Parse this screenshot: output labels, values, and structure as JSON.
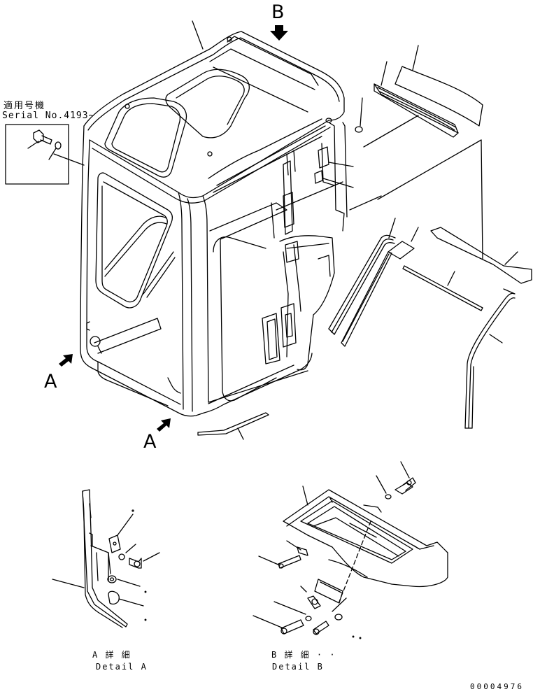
{
  "labels": {
    "view_b": "B",
    "view_a_1": "A",
    "view_a_2": "A",
    "serial_jp": "適用号機",
    "serial_en": "Serial No.4193~",
    "detail_a_jp": "A 詳 細",
    "detail_a_en": "Detail A",
    "detail_b_jp": "B 詳 細 · ·",
    "detail_b_en": "Detail B",
    "drawing_code": "00004976"
  },
  "colors": {
    "ink": "#000000",
    "paper": "#ffffff"
  }
}
